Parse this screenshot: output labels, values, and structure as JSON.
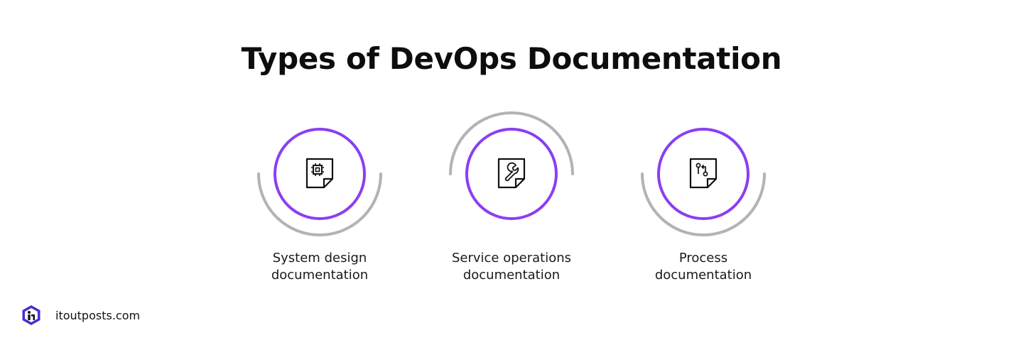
{
  "title": "Types of DevOps Documentation",
  "items": [
    {
      "line1": "System design",
      "line2": "documentation",
      "icon": "chip-document-icon",
      "arc": "bottom"
    },
    {
      "line1": "Service operations",
      "line2": "documentation",
      "icon": "wrench-document-icon",
      "arc": "top"
    },
    {
      "line1": "Process",
      "line2": "documentation",
      "icon": "git-branch-document-icon",
      "arc": "bottom"
    }
  ],
  "brand": {
    "text": "itoutposts.com",
    "icon": "itoutposts-logo-icon"
  },
  "colors": {
    "ring": "#8a3ff0",
    "arc": "#b3b3b3",
    "text": "#111111"
  }
}
